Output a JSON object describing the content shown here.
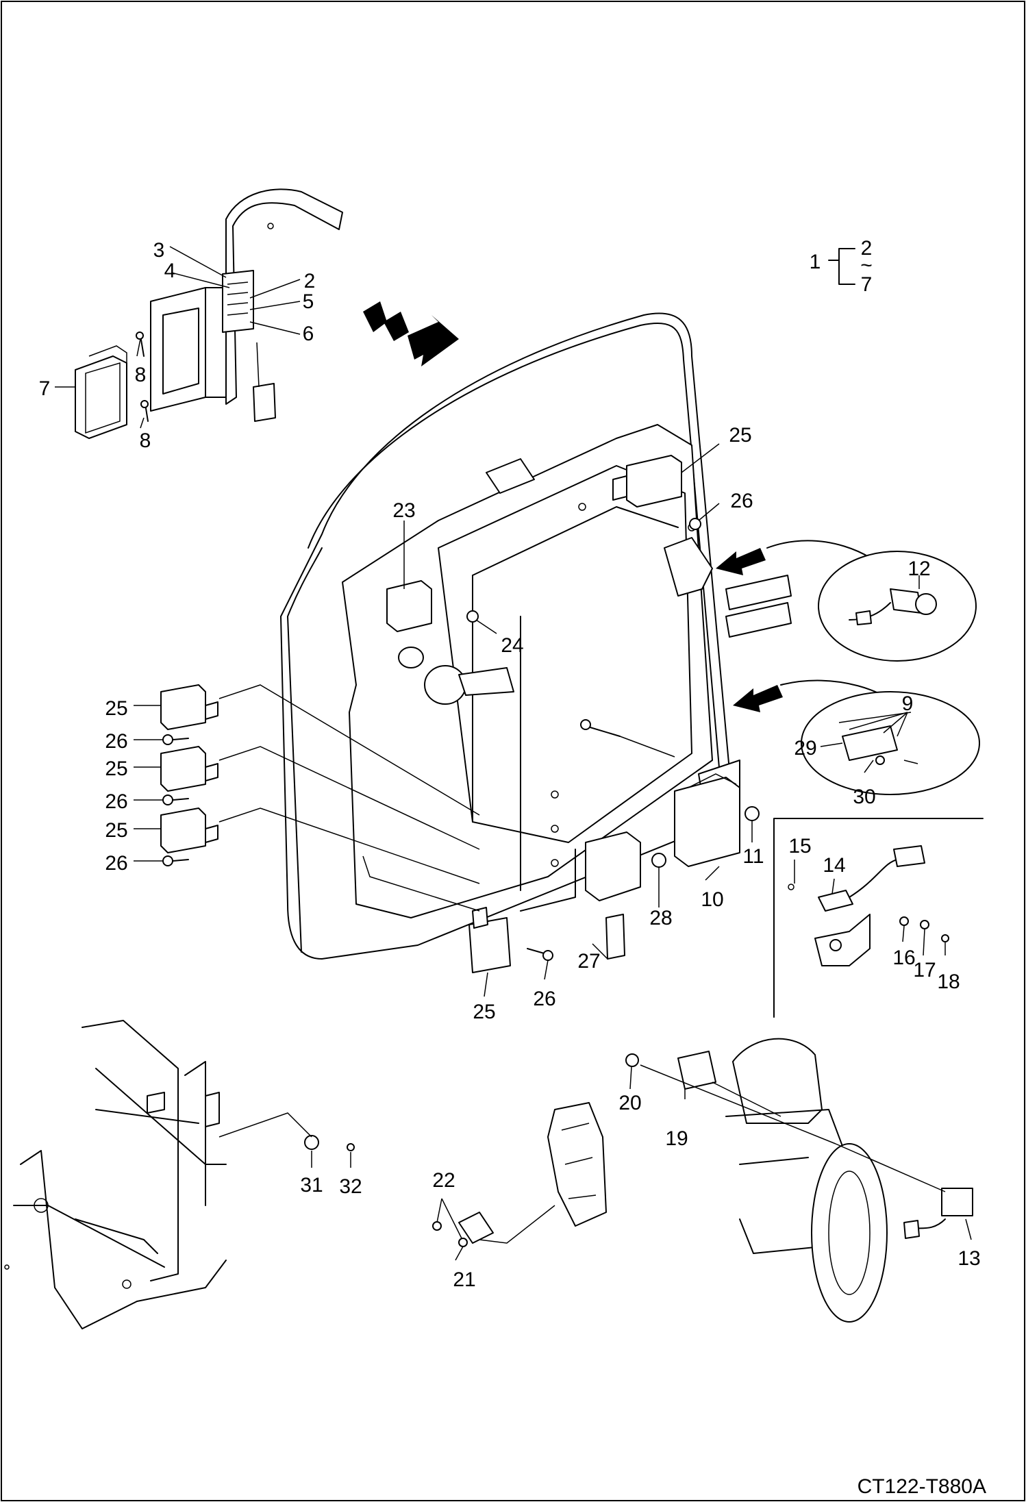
{
  "drawing_code": "CT122-T880A",
  "group_note": {
    "parent": "1",
    "range_from": "2",
    "range_symbol": "~",
    "range_to": "7"
  },
  "callouts": {
    "c2": "2",
    "c3": "3",
    "c4": "4",
    "c5": "5",
    "c6": "6",
    "c7": "7",
    "c8a": "8",
    "c8b": "8",
    "c9": "9",
    "c10": "10",
    "c11": "11",
    "c12": "12",
    "c13": "13",
    "c14": "14",
    "c15": "15",
    "c16": "16",
    "c17": "17",
    "c18": "18",
    "c19": "19",
    "c20": "20",
    "c21": "21",
    "c22": "22",
    "c23": "23",
    "c24": "24",
    "c25a": "25",
    "c25b": "25",
    "c25c": "25",
    "c25d": "25",
    "c25e": "25",
    "c26a": "26",
    "c26b": "26",
    "c26c": "26",
    "c26d": "26",
    "c26e": "26",
    "c27": "27",
    "c28": "28",
    "c29": "29",
    "c30": "30",
    "c31": "31",
    "c32": "32"
  }
}
